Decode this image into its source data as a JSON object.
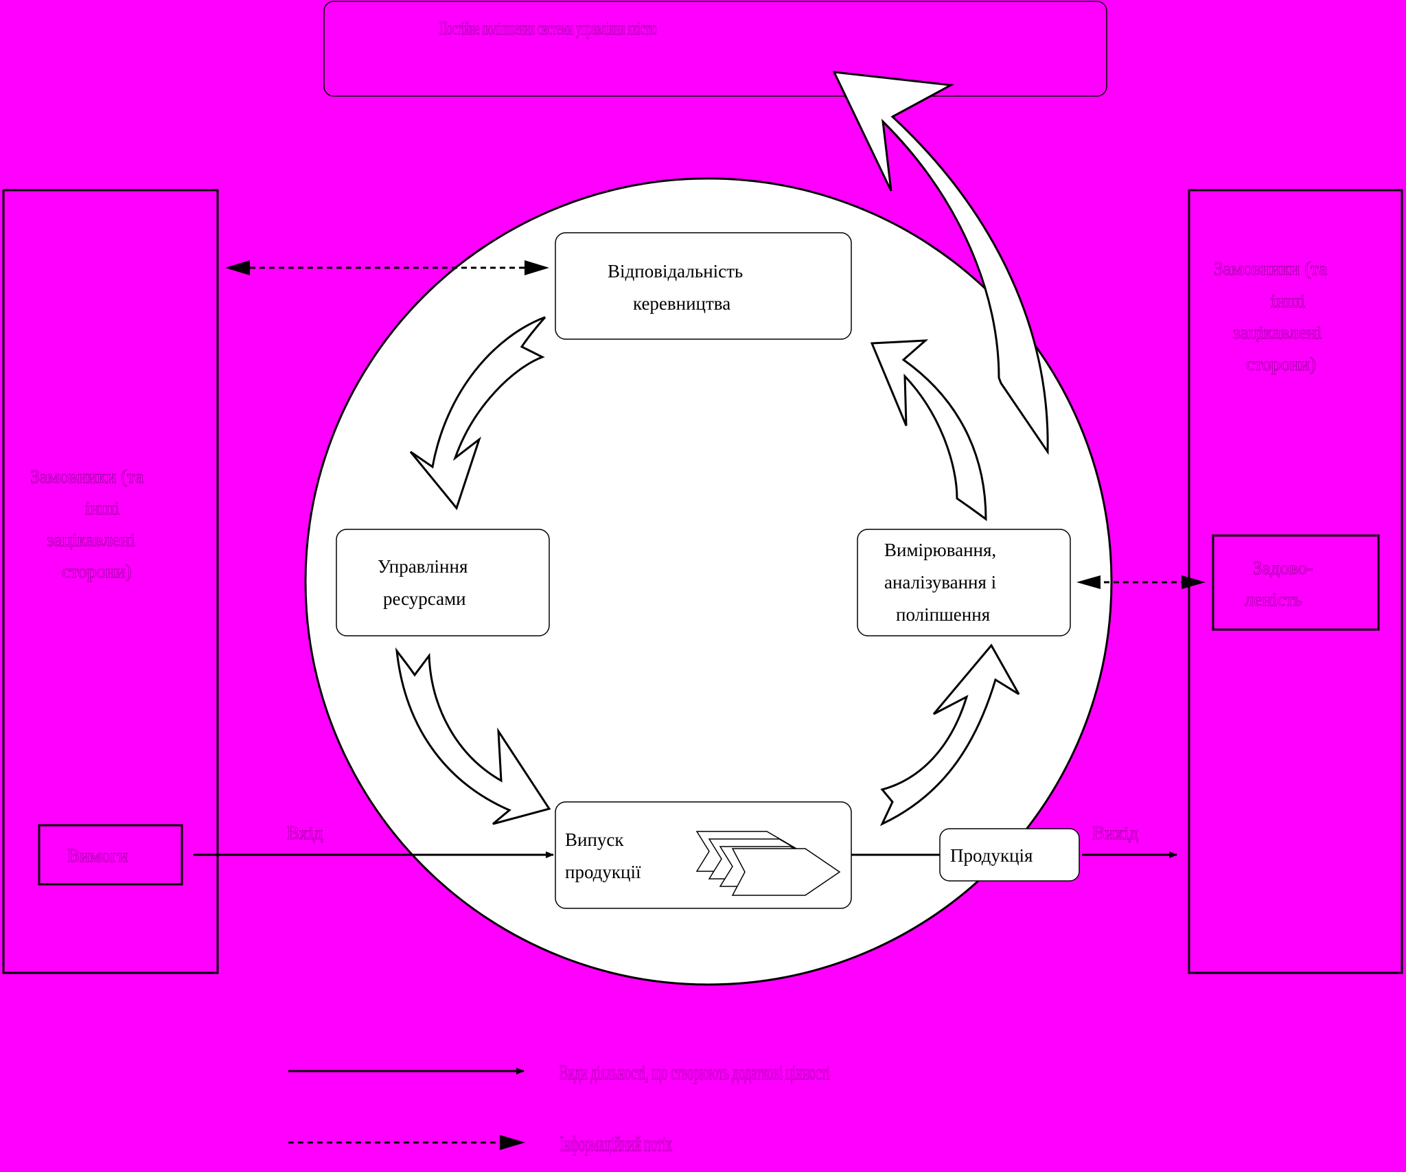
{
  "colors": {
    "background": "#ff00ff",
    "stroke": "#000000",
    "fill": "#ffffff"
  },
  "top_box": {
    "title": "Постійне поліпшення системи управління якістю"
  },
  "left_panel": {
    "title_lines": [
      "Замовники (та",
      "інші",
      "зацікавлені",
      "сторони)"
    ],
    "requirements_label": "Вимоги",
    "input_label": "Вхід"
  },
  "right_panel": {
    "title_lines": [
      "Замовники (та",
      "інші",
      "зацікавлені",
      "сторони)"
    ],
    "satisfaction_lines": [
      "Задово-",
      "леність"
    ],
    "output_label": "Вихід"
  },
  "cycle": {
    "management": [
      "Відповідальність",
      "керевництва"
    ],
    "resources": [
      "Управління",
      "ресурсами"
    ],
    "production": [
      "Випуск",
      "продукції"
    ],
    "measurement": [
      "Вимірювання,",
      "аналізування і",
      "поліпшення"
    ]
  },
  "product_label": "Продукція",
  "legend": {
    "value_activities": "Види діяльності, що створюють додаткові цінності",
    "information_flow": "Інформаційний потік"
  }
}
